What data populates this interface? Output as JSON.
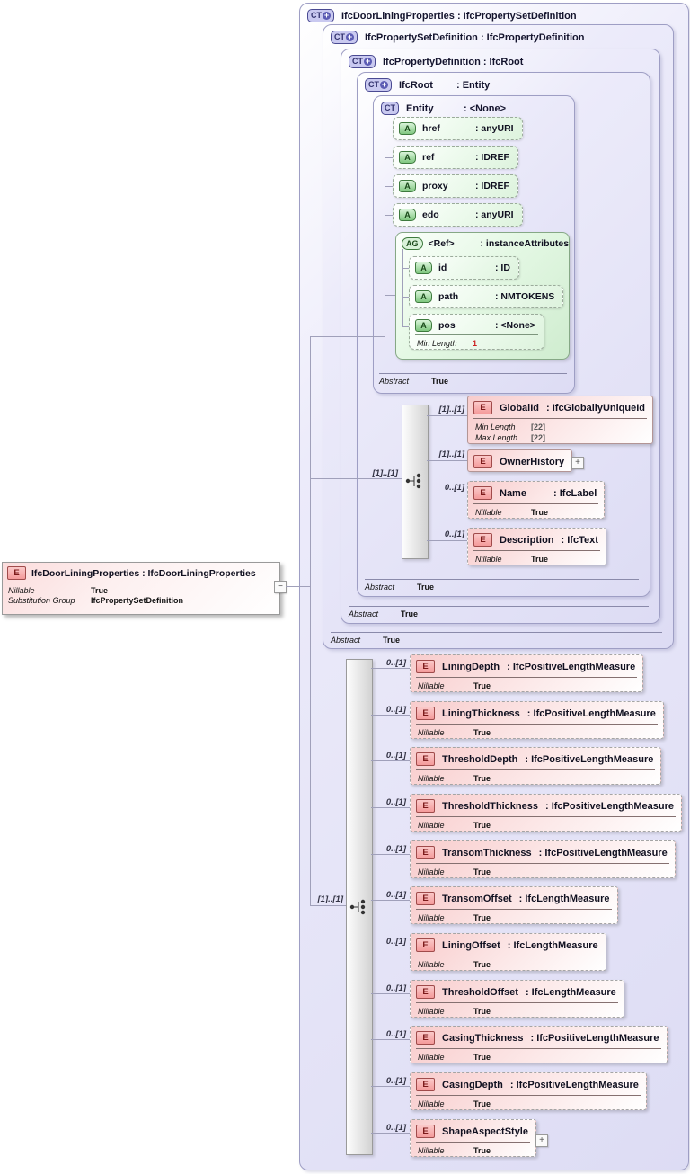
{
  "types": [
    {
      "icon": "CT",
      "plus": "+",
      "title": "IfcDoorLiningProperties : IfcPropertySetDefinition"
    },
    {
      "icon": "CT",
      "plus": "+",
      "title": "IfcPropertySetDefinition : IfcPropertyDefinition",
      "abstract_label": "Abstract",
      "abstract_value": "True"
    },
    {
      "icon": "CT",
      "plus": "+",
      "title": "IfcPropertyDefinition : IfcRoot",
      "abstract_label": "Abstract",
      "abstract_value": "True"
    },
    {
      "icon": "CT",
      "plus": "+",
      "name": "IfcRoot",
      "type": ": Entity",
      "abstract_label": "Abstract",
      "abstract_value": "True"
    },
    {
      "icon": "CT",
      "name": "Entity",
      "type": ": <None>",
      "abstract_label": "Abstract",
      "abstract_value": "True"
    }
  ],
  "entity_attributes": [
    {
      "icon": "A",
      "name": "href",
      "type": ": anyURI"
    },
    {
      "icon": "A",
      "name": "ref",
      "type": ": IDREF"
    },
    {
      "icon": "A",
      "name": "proxy",
      "type": ": IDREF"
    },
    {
      "icon": "A",
      "name": "edo",
      "type": ": anyURI"
    }
  ],
  "ref_group": {
    "icon": "AG",
    "name": "<Ref>",
    "type": ": instanceAttributes",
    "attributes": [
      {
        "icon": "A",
        "name": "id",
        "type": ": ID"
      },
      {
        "icon": "A",
        "name": "path",
        "type": ": NMTOKENS"
      },
      {
        "icon": "A",
        "name": "pos",
        "type": ": <None>",
        "facet_label": "Min Length",
        "facet_value": "1"
      }
    ]
  },
  "root_sequence": {
    "cardinality": "[1]..[1]",
    "elements": [
      {
        "icon": "E",
        "card": "[1]..[1]",
        "name": "GlobalId",
        "type": ": IfcGloballyUniqueId",
        "facets": [
          {
            "label": "Min Length",
            "value": "[22]"
          },
          {
            "label": "Max Length",
            "value": "[22]"
          }
        ]
      },
      {
        "icon": "E",
        "card": "[1]..[1]",
        "name": "OwnerHistory",
        "expand": "+"
      },
      {
        "icon": "E",
        "card": "0..[1]",
        "name": "Name",
        "type": ": IfcLabel",
        "nillable_label": "Nillable",
        "nillable_value": "True"
      },
      {
        "icon": "E",
        "card": "0..[1]",
        "name": "Description",
        "type": ": IfcText",
        "nillable_label": "Nillable",
        "nillable_value": "True"
      }
    ]
  },
  "door_sequence": {
    "cardinality": "[1]..[1]",
    "elements": [
      {
        "icon": "E",
        "card": "0..[1]",
        "name": "LiningDepth",
        "type": ": IfcPositiveLengthMeasure",
        "nillable_label": "Nillable",
        "nillable_value": "True"
      },
      {
        "icon": "E",
        "card": "0..[1]",
        "name": "LiningThickness",
        "type": ": IfcPositiveLengthMeasure",
        "nillable_label": "Nillable",
        "nillable_value": "True"
      },
      {
        "icon": "E",
        "card": "0..[1]",
        "name": "ThresholdDepth",
        "type": ": IfcPositiveLengthMeasure",
        "nillable_label": "Nillable",
        "nillable_value": "True"
      },
      {
        "icon": "E",
        "card": "0..[1]",
        "name": "ThresholdThickness",
        "type": ": IfcPositiveLengthMeasure",
        "nillable_label": "Nillable",
        "nillable_value": "True"
      },
      {
        "icon": "E",
        "card": "0..[1]",
        "name": "TransomThickness",
        "type": ": IfcPositiveLengthMeasure",
        "nillable_label": "Nillable",
        "nillable_value": "True"
      },
      {
        "icon": "E",
        "card": "0..[1]",
        "name": "TransomOffset",
        "type": ": IfcLengthMeasure",
        "nillable_label": "Nillable",
        "nillable_value": "True"
      },
      {
        "icon": "E",
        "card": "0..[1]",
        "name": "LiningOffset",
        "type": ": IfcLengthMeasure",
        "nillable_label": "Nillable",
        "nillable_value": "True"
      },
      {
        "icon": "E",
        "card": "0..[1]",
        "name": "ThresholdOffset",
        "type": ": IfcLengthMeasure",
        "nillable_label": "Nillable",
        "nillable_value": "True"
      },
      {
        "icon": "E",
        "card": "0..[1]",
        "name": "CasingThickness",
        "type": ": IfcPositiveLengthMeasure",
        "nillable_label": "Nillable",
        "nillable_value": "True"
      },
      {
        "icon": "E",
        "card": "0..[1]",
        "name": "CasingDepth",
        "type": ": IfcPositiveLengthMeasure",
        "nillable_label": "Nillable",
        "nillable_value": "True"
      },
      {
        "icon": "E",
        "card": "0..[1]",
        "name": "ShapeAspectStyle",
        "expand": "+",
        "nillable_label": "Nillable",
        "nillable_value": "True"
      }
    ]
  },
  "main_element": {
    "icon": "E",
    "title": "IfcDoorLiningProperties : IfcDoorLiningProperties",
    "collapse": "−",
    "rows": [
      {
        "label": "Nillable",
        "value": "True"
      },
      {
        "label": "Substitution Group",
        "value": "IfcPropertySetDefinition"
      }
    ]
  }
}
